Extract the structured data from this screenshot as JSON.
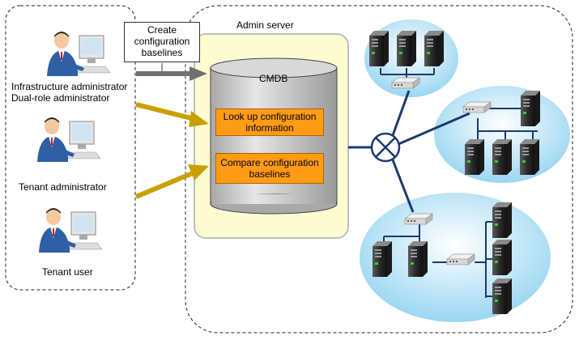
{
  "roles": {
    "infra_admin": "Infrastructure administrator",
    "dual_admin": "Dual-role administrator",
    "tenant_admin": "Tenant administrator",
    "tenant_user": "Tenant user"
  },
  "callout": {
    "line1": "Create",
    "line2": "configuration",
    "line3": "baselines"
  },
  "admin_server": {
    "title": "Admin server",
    "cmdb": "CMDB",
    "lookup_line1": "Look up configuration",
    "lookup_line2": "information",
    "compare_line1": "Compare configuration",
    "compare_line2": "baselines"
  },
  "colors": {
    "process_box": "#ff9b14",
    "admin_panel": "#fdfbd0",
    "network_cloud": "#aee0f6",
    "arrow_gold": "#c8a000",
    "arrow_gray": "#707070"
  },
  "icons": {
    "users": "person-at-computer-icon",
    "server": "server-tower-icon",
    "switch": "network-switch-icon",
    "hub": "network-hub-icon"
  }
}
